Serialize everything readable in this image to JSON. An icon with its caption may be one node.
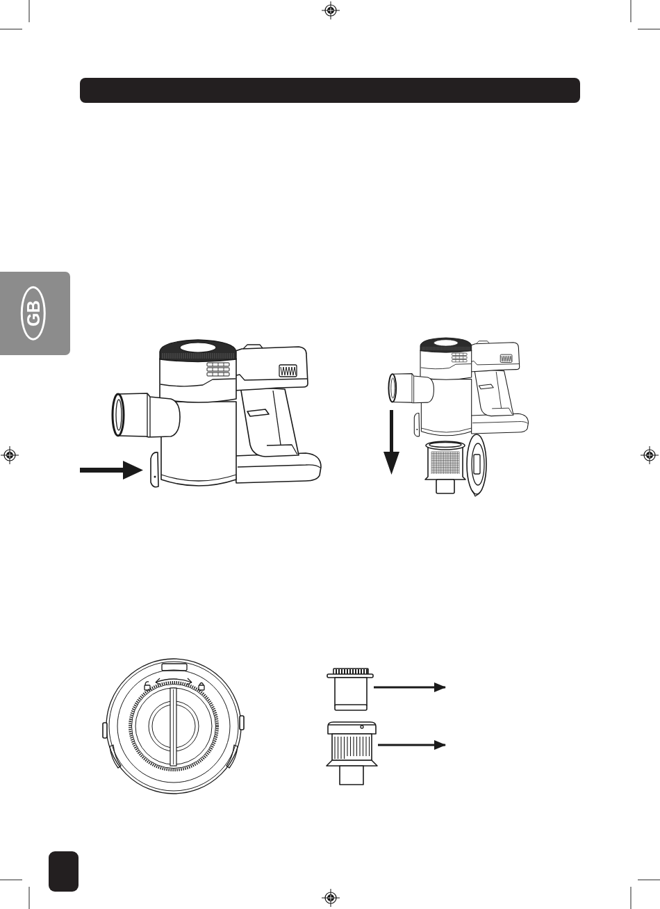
{
  "diagram": {
    "nodes": [
      {
        "text": [
          "GB"
        ]
      },
      {
        "text": [],
        "shape": "picture"
      },
      {
        "text": [],
        "shape": "picture"
      }
    ],
    "edges": [
      {
        "from": 1,
        "to": null,
        "arrow": "to"
      },
      {
        "from": 2,
        "to": null,
        "arrow": "to"
      }
    ]
  }
}
